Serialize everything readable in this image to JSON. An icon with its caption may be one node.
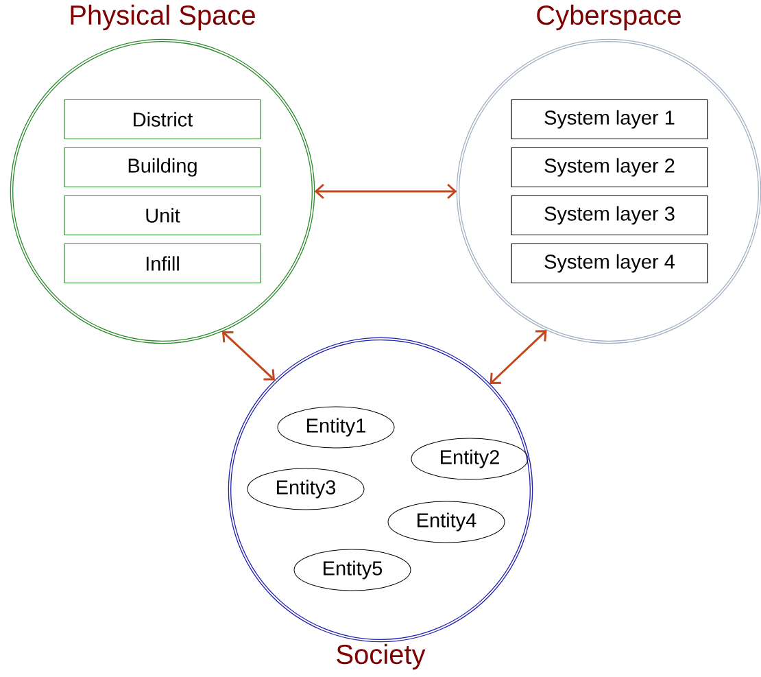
{
  "diagram": {
    "nodes": [
      {
        "text": [
          "Physical Space"
        ]
      },
      {
        "text": [
          "District"
        ],
        "in": 0
      },
      {
        "text": [
          "Building"
        ],
        "in": 0
      },
      {
        "text": [
          "Unit"
        ],
        "in": 0
      },
      {
        "text": [
          "Infill"
        ],
        "in": 0
      },
      {
        "text": [
          "Cyberspace"
        ]
      },
      {
        "text": [
          "System layer 1"
        ],
        "in": 5
      },
      {
        "text": [
          "System layer 2"
        ],
        "in": 5
      },
      {
        "text": [
          "System layer 3"
        ],
        "in": 5
      },
      {
        "text": [
          "System layer 4"
        ],
        "in": 5
      },
      {
        "text": [
          "Society"
        ]
      },
      {
        "text": [
          "Entity1"
        ],
        "in": 10
      },
      {
        "text": [
          "Entity2"
        ],
        "in": 10
      },
      {
        "text": [
          "Entity3"
        ],
        "in": 10
      },
      {
        "text": [
          "Entity4"
        ],
        "in": 10
      },
      {
        "text": [
          "Entity5"
        ],
        "in": 10
      }
    ],
    "edges": [
      {
        "from": 0,
        "to": 5,
        "arrow": "both"
      },
      {
        "from": 0,
        "to": 10,
        "arrow": "both"
      },
      {
        "from": 5,
        "to": 10,
        "arrow": "both"
      }
    ]
  }
}
